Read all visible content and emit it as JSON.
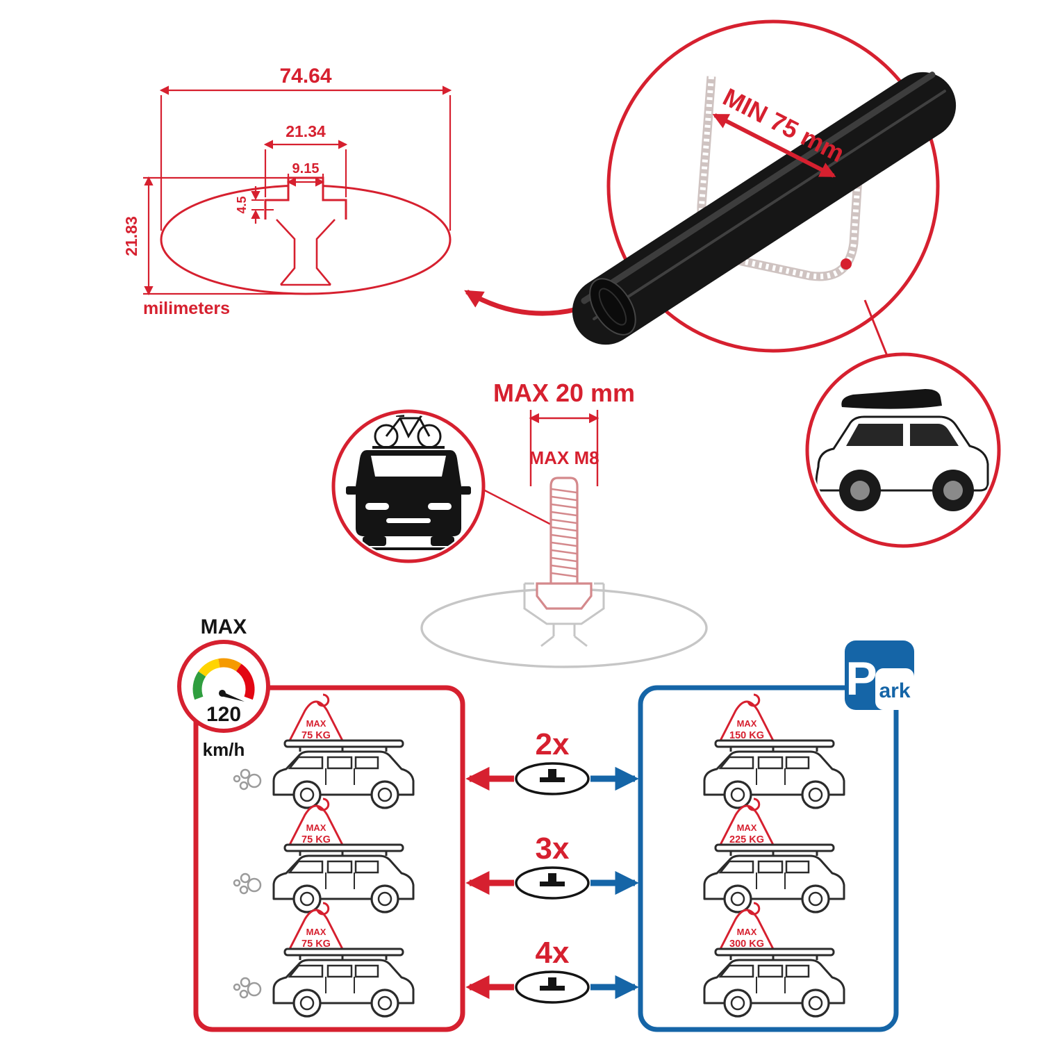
{
  "colors": {
    "red": "#d6202f",
    "blue": "#1565a7",
    "black": "#141414",
    "grey": "#c6c6c6"
  },
  "cross_section": {
    "total_width": "74.64",
    "channel_width": "21.34",
    "slot_width": "9.15",
    "lip_height": "4.5",
    "total_height": "21.83",
    "units_label": "milimeters"
  },
  "bar_detail": {
    "min_span_label": "MIN 75 mm"
  },
  "bolt_detail": {
    "max_width_label": "MAX 20 mm",
    "max_thread_label": "MAX M8"
  },
  "speedometer": {
    "label": "MAX",
    "value": "120",
    "unit": "km/h"
  },
  "driving_cars": [
    {
      "label": "MAX",
      "load": "75 KG"
    },
    {
      "label": "MAX",
      "load": "75 KG"
    },
    {
      "label": "MAX",
      "load": "75 KG"
    }
  ],
  "parked_cars": [
    {
      "label": "MAX",
      "load": "150 KG"
    },
    {
      "label": "MAX",
      "load": "225 KG"
    },
    {
      "label": "MAX",
      "load": "300 KG"
    }
  ],
  "multipliers": [
    "2x",
    "3x",
    "4x"
  ],
  "park_sign": {
    "letter": "P",
    "suffix": "ark"
  }
}
